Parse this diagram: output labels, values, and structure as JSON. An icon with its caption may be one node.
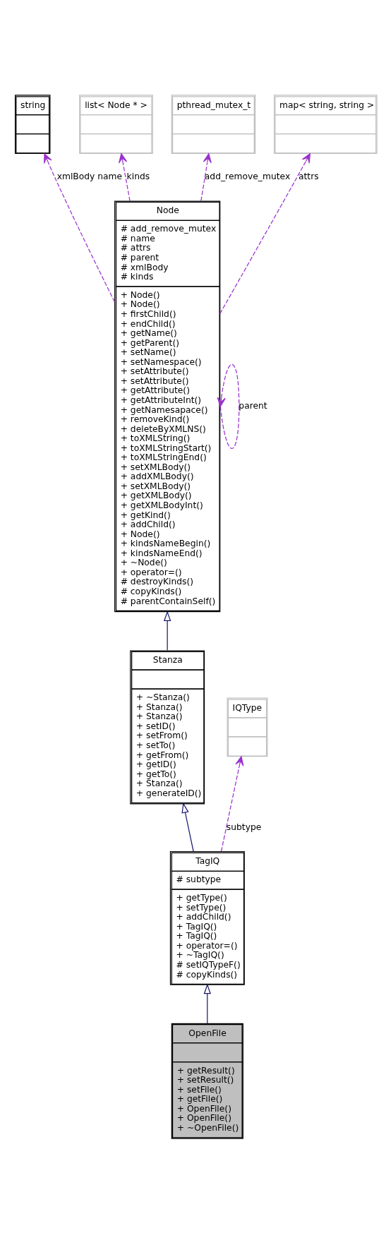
{
  "diagram": {
    "nodes": [
      {
        "text": [
          "string"
        ]
      },
      {
        "text": [
          "list< Node * >"
        ]
      },
      {
        "text": [
          "pthread_mutex_t"
        ]
      },
      {
        "text": [
          "map< string, string >"
        ]
      },
      {
        "text": [
          "Node",
          "# add_remove_mutex",
          "# name",
          "# attrs",
          "# parent",
          "# xmlBody",
          "# kinds",
          "+ Node()",
          "+ Node()",
          "+ firstChild()",
          "+ endChild()",
          "+ getName()",
          "+ getParent()",
          "+ setName()",
          "+ setNamespace()",
          "+ setAttribute()",
          "+ setAttribute()",
          "+ getAttribute()",
          "+ getAttributeInt()",
          "+ getNamesapace()",
          "+ removeKind()",
          "+ deleteByXMLNS()",
          "+ toXMLString()",
          "+ toXMLStringStart()",
          "+ toXMLStringEnd()",
          "+ setXMLBody()",
          "+ addXMLBody()",
          "+ setXMLBody()",
          "+ getXMLBody()",
          "+ getXMLBodyInt()",
          "+ getKind()",
          "+ addChild()",
          "+ Node()",
          "+ kindsNameBegin()",
          "+ kindsNameEnd()",
          "+ ~Node()",
          "+ operator=()",
          "# destroyKinds()",
          "# copyKinds()",
          "# parentContainSelf()"
        ]
      },
      {
        "text": [
          "Stanza",
          "+ ~Stanza()",
          "+ Stanza()",
          "+ Stanza()",
          "+ setID()",
          "+ setFrom()",
          "+ setTo()",
          "+ getFrom()",
          "+ getID()",
          "+ getTo()",
          "+ Stanza()",
          "+ generateID()"
        ]
      },
      {
        "text": [
          "IQType"
        ]
      },
      {
        "text": [
          "TagIQ",
          "# subtype",
          "+ getType()",
          "+ setType()",
          "+ addChild()",
          "+ TagIQ()",
          "+ TagIQ()",
          "+ operator=()",
          "+ ~TagIQ()",
          "# setIQTypeF()",
          "# copyKinds()"
        ]
      },
      {
        "text": [
          "OpenFile",
          "+ getResult()",
          "+ setResult()",
          "+ setFile()",
          "+ getFile()",
          "+ OpenFile()",
          "+ OpenFile()",
          "+ ~OpenFile()"
        ]
      }
    ],
    "edges": [
      {
        "from": 4,
        "to": 0,
        "arrow": "to",
        "label": "xmlBody name",
        "style": "dashed"
      },
      {
        "from": 4,
        "to": 1,
        "arrow": "to",
        "label": "kinds",
        "style": "dashed"
      },
      {
        "from": 4,
        "to": 2,
        "arrow": "to",
        "label": "add_remove_mutex",
        "style": "dashed"
      },
      {
        "from": 4,
        "to": 3,
        "arrow": "to",
        "label": "attrs",
        "style": "dashed"
      },
      {
        "from": 4,
        "to": 4,
        "arrow": "to",
        "label": "parent",
        "style": "dashed"
      },
      {
        "from": 5,
        "to": 4,
        "arrow": "to",
        "color": "#191970"
      },
      {
        "from": 7,
        "to": 6,
        "arrow": "to",
        "label": "subtype",
        "style": "dashed"
      },
      {
        "from": 7,
        "to": 5,
        "arrow": "to",
        "color": "#191970"
      },
      {
        "from": 8,
        "to": 7,
        "arrow": "to",
        "color": "#191970"
      }
    ]
  }
}
